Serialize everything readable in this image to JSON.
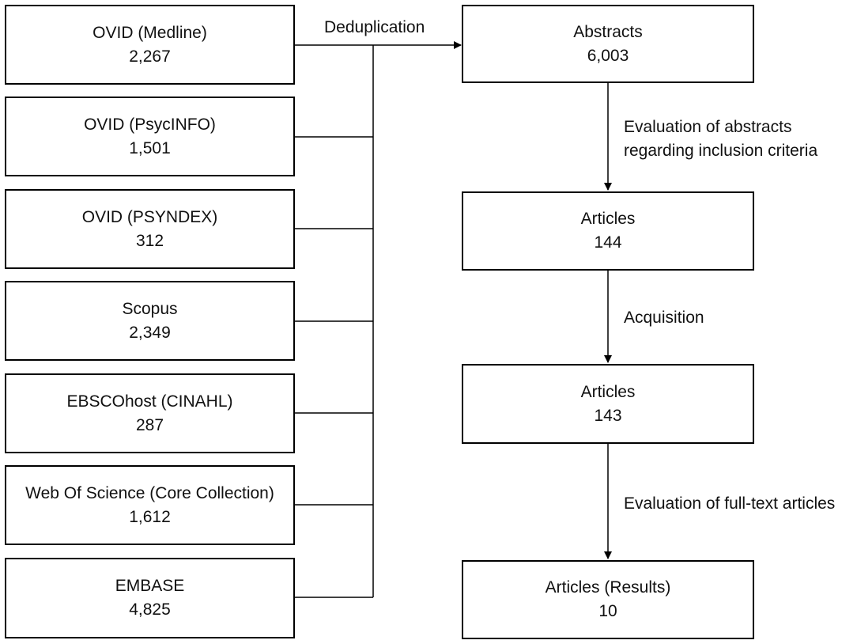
{
  "sources": [
    {
      "name": "OVID (Medline)",
      "count": "2,267"
    },
    {
      "name": "OVID (PsycINFO)",
      "count": "1,501"
    },
    {
      "name": "OVID (PSYNDEX)",
      "count": "312"
    },
    {
      "name": "Scopus",
      "count": "2,349"
    },
    {
      "name": "EBSCOhost (CINAHL)",
      "count": "287"
    },
    {
      "name": "Web Of Science (Core Collection)",
      "count": "1,612"
    },
    {
      "name": "EMBASE",
      "count": "4,825"
    }
  ],
  "steps": [
    {
      "name": "Abstracts",
      "count": "6,003"
    },
    {
      "name": "Articles",
      "count": "144"
    },
    {
      "name": "Articles",
      "count": "143"
    },
    {
      "name": "Articles (Results)",
      "count": "10"
    }
  ],
  "transitions": {
    "deduplication": "Deduplication",
    "abstract_eval_line1": "Evaluation of abstracts",
    "abstract_eval_line2": "regarding inclusion criteria",
    "acquisition": "Acquisition",
    "fulltext_eval": "Evaluation of full-text articles"
  },
  "colors": {
    "line": "#000000",
    "box_border": "#000000",
    "background": "#ffffff"
  }
}
